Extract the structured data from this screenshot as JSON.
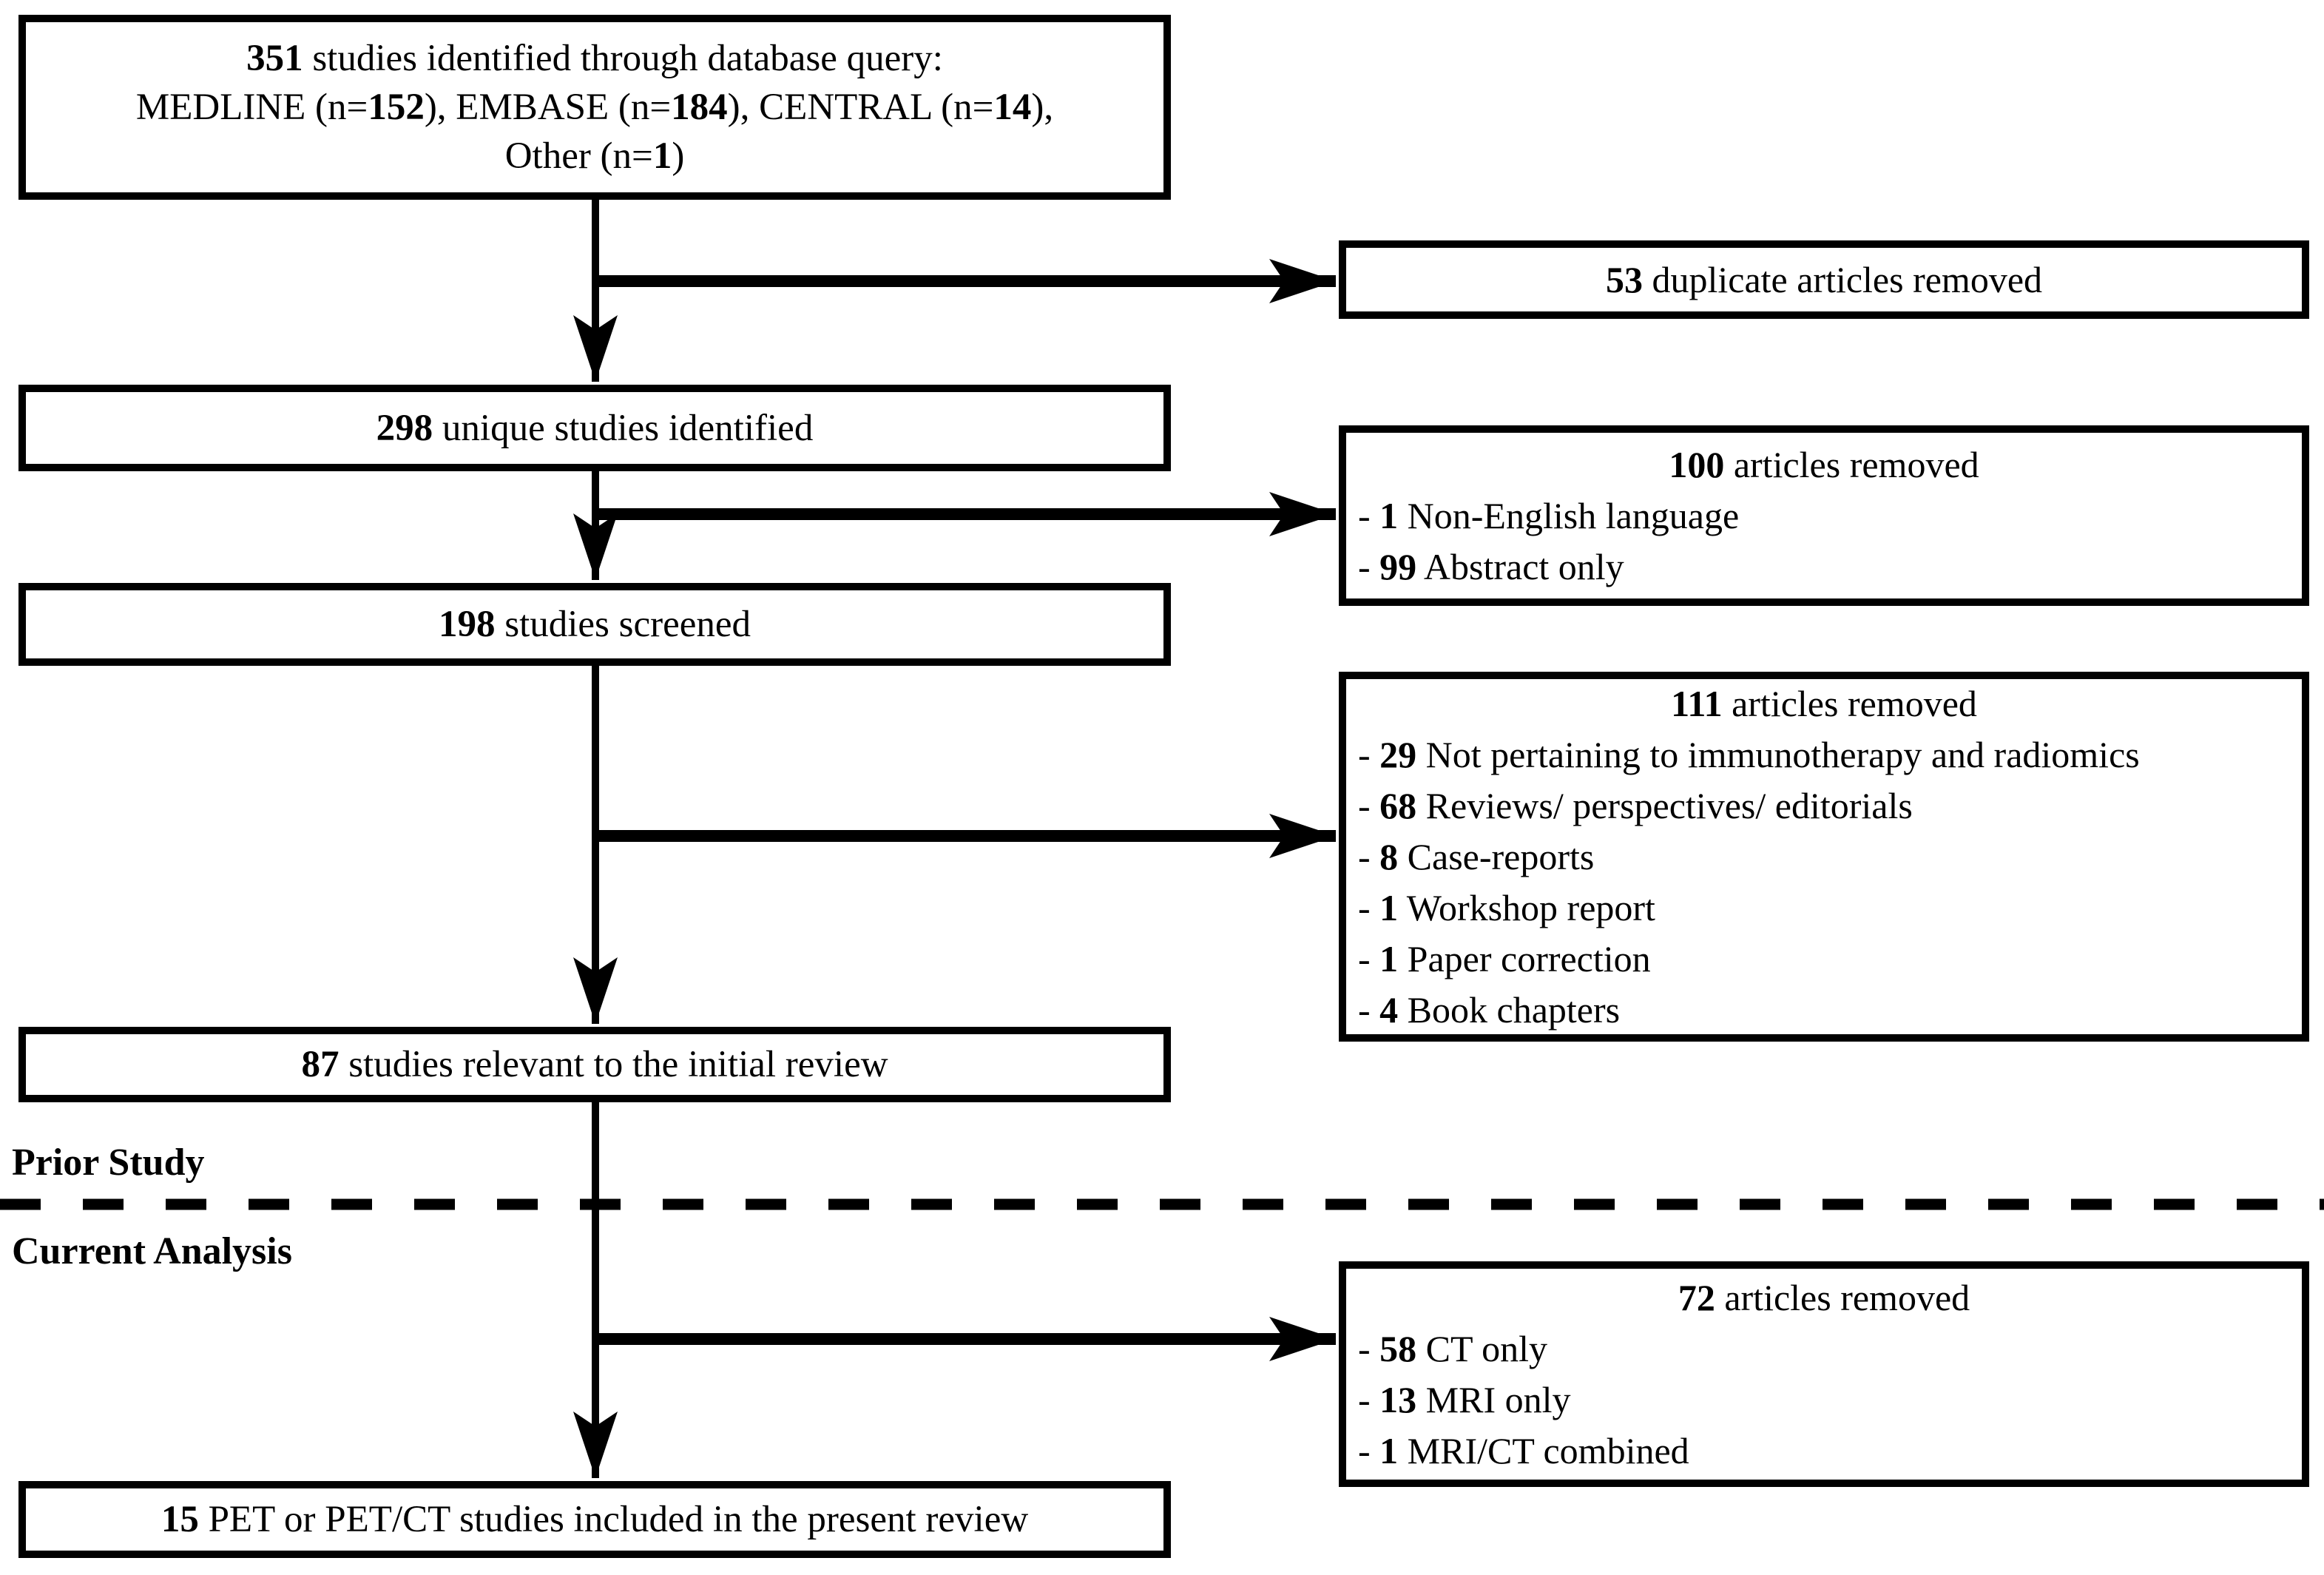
{
  "figure": {
    "type": "prisma-flow-diagram",
    "colors": {
      "background": "#ffffff",
      "line": "#000000",
      "text": "#000000"
    }
  },
  "left_boxes": [
    {
      "name": "identified-box",
      "lines": [
        [
          [
            "351",
            true
          ],
          [
            " studies identified through database query:",
            false
          ]
        ],
        [
          [
            "MEDLINE (n=",
            false
          ],
          [
            "152",
            true
          ],
          [
            "), EMBASE (n=",
            false
          ],
          [
            "184",
            true
          ],
          [
            "), CENTRAL (n=",
            false
          ],
          [
            "14",
            true
          ],
          [
            "),",
            false
          ]
        ],
        [
          [
            "Other (n=",
            false
          ],
          [
            "1",
            true
          ],
          [
            ")",
            false
          ]
        ]
      ]
    },
    {
      "name": "unique-box",
      "lines": [
        [
          [
            "298",
            true
          ],
          [
            " unique studies identified",
            false
          ]
        ]
      ]
    },
    {
      "name": "screened-box",
      "lines": [
        [
          [
            "198",
            true
          ],
          [
            " studies screened",
            false
          ]
        ]
      ]
    },
    {
      "name": "relevant-box",
      "lines": [
        [
          [
            "87",
            true
          ],
          [
            " studies relevant to the initial review",
            false
          ]
        ]
      ]
    },
    {
      "name": "included-box",
      "lines": [
        [
          [
            "15",
            true
          ],
          [
            " PET or PET/CT studies included in the present review",
            false
          ]
        ]
      ]
    }
  ],
  "right_boxes": [
    {
      "name": "duplicates-removed-box",
      "title": [
        [
          "53",
          true
        ],
        [
          " duplicate articles removed",
          false
        ]
      ],
      "items": []
    },
    {
      "name": "removed-100-box",
      "title": [
        [
          "100",
          true
        ],
        [
          " articles removed",
          false
        ]
      ],
      "items": [
        [
          [
            "- ",
            false
          ],
          [
            "1",
            true
          ],
          [
            " Non-English language",
            false
          ]
        ],
        [
          [
            "- ",
            false
          ],
          [
            "99",
            true
          ],
          [
            " Abstract only",
            false
          ]
        ]
      ]
    },
    {
      "name": "removed-111-box",
      "title": [
        [
          "111",
          true
        ],
        [
          " articles removed",
          false
        ]
      ],
      "items": [
        [
          [
            "- ",
            false
          ],
          [
            "29",
            true
          ],
          [
            " Not pertaining to immunotherapy and radiomics",
            false
          ]
        ],
        [
          [
            "- ",
            false
          ],
          [
            "68",
            true
          ],
          [
            " Reviews/ perspectives/ editorials",
            false
          ]
        ],
        [
          [
            "- ",
            false
          ],
          [
            "8",
            true
          ],
          [
            " Case-reports",
            false
          ]
        ],
        [
          [
            "- ",
            false
          ],
          [
            "1",
            true
          ],
          [
            " Workshop report",
            false
          ]
        ],
        [
          [
            "- ",
            false
          ],
          [
            "1",
            true
          ],
          [
            " Paper correction",
            false
          ]
        ],
        [
          [
            "- ",
            false
          ],
          [
            "4",
            true
          ],
          [
            " Book chapters",
            false
          ]
        ]
      ]
    },
    {
      "name": "removed-72-box",
      "title": [
        [
          "72",
          true
        ],
        [
          " articles removed",
          false
        ]
      ],
      "items": [
        [
          [
            "- ",
            false
          ],
          [
            "58",
            true
          ],
          [
            " CT only",
            false
          ]
        ],
        [
          [
            "- ",
            false
          ],
          [
            "13",
            true
          ],
          [
            " MRI only",
            false
          ]
        ],
        [
          [
            "- ",
            false
          ],
          [
            "1",
            true
          ],
          [
            " MRI/CT combined",
            false
          ]
        ]
      ]
    }
  ],
  "section_labels": {
    "prior": "Prior Study",
    "current": "Current Analysis"
  }
}
